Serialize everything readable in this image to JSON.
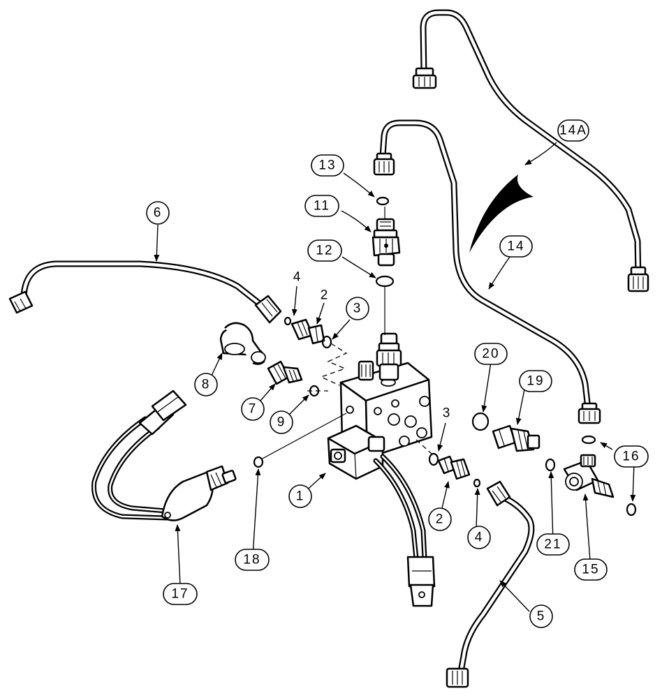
{
  "callouts": {
    "c14a": "14A",
    "c13": "13",
    "c11": "11",
    "c12": "12",
    "c14": "14",
    "c6": "6",
    "c4a": "4",
    "c2a": "2",
    "c3a": "3",
    "c8": "8",
    "c7": "7",
    "c9": "9",
    "c20": "20",
    "c19": "19",
    "c3b": "3",
    "c16": "16",
    "c1": "1",
    "c18": "18",
    "c2b": "2",
    "c4b": "4",
    "c21": "21",
    "c15": "15",
    "c17": "17",
    "c5": "5"
  }
}
